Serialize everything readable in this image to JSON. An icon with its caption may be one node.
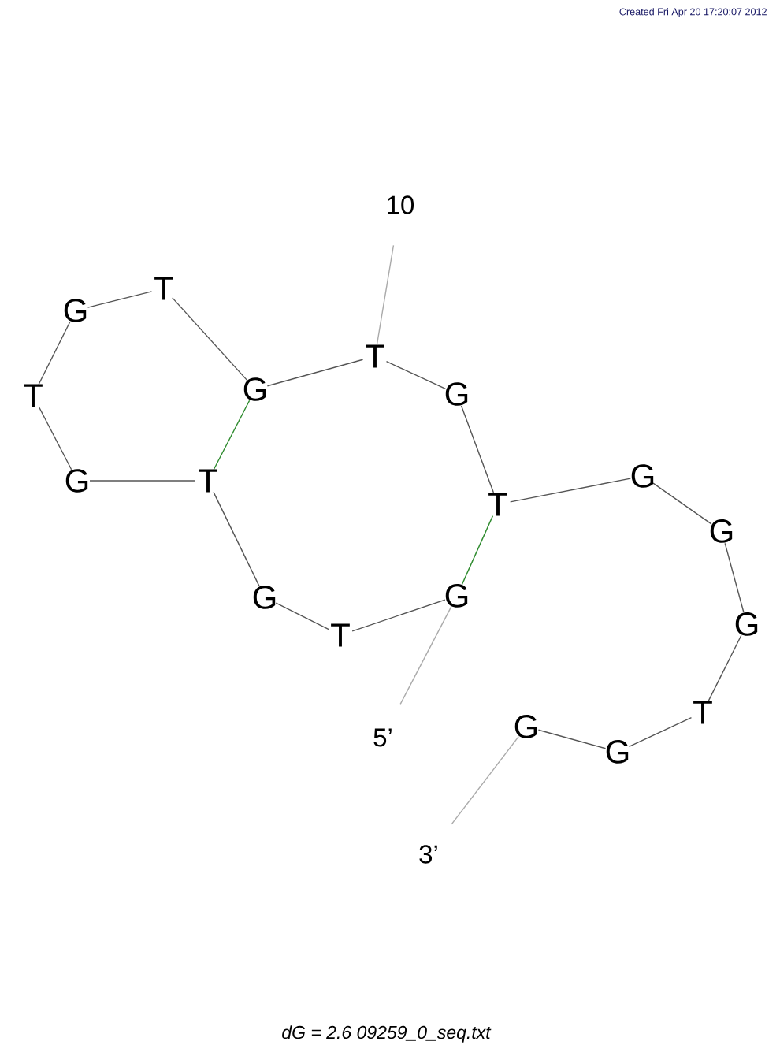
{
  "diagram": {
    "caption": "dG = 2.6 09259_0_seq.txt",
    "nodes": [
      {
        "text": [
          "G"
        ]
      },
      {
        "text": [
          "T"
        ]
      },
      {
        "text": [
          "G"
        ]
      },
      {
        "text": [
          "T"
        ]
      },
      {
        "text": [
          "G"
        ]
      },
      {
        "text": [
          "T"
        ]
      },
      {
        "text": [
          "G"
        ]
      },
      {
        "text": [
          "T"
        ]
      },
      {
        "text": [
          "G"
        ]
      },
      {
        "text": [
          "T"
        ]
      },
      {
        "text": [
          "G"
        ]
      },
      {
        "text": [
          "T"
        ]
      },
      {
        "text": [
          "G"
        ]
      },
      {
        "text": [
          "G"
        ]
      },
      {
        "text": [
          "G"
        ]
      },
      {
        "text": [
          "T"
        ]
      },
      {
        "text": [
          "G"
        ]
      },
      {
        "text": [
          "G"
        ]
      },
      {
        "text": [
          "5’"
        ]
      },
      {
        "text": [
          "10"
        ]
      },
      {
        "text": [
          "3’"
        ]
      }
    ],
    "edges": [
      {
        "from": 0,
        "to": 1,
        "arrow": "none"
      },
      {
        "from": 1,
        "to": 2,
        "arrow": "none"
      },
      {
        "from": 2,
        "to": 3,
        "arrow": "none"
      },
      {
        "from": 3,
        "to": 4,
        "arrow": "none"
      },
      {
        "from": 4,
        "to": 5,
        "arrow": "none"
      },
      {
        "from": 5,
        "to": 6,
        "arrow": "none"
      },
      {
        "from": 6,
        "to": 7,
        "arrow": "none"
      },
      {
        "from": 7,
        "to": 8,
        "arrow": "none"
      },
      {
        "from": 8,
        "to": 9,
        "arrow": "none"
      },
      {
        "from": 9,
        "to": 10,
        "arrow": "none"
      },
      {
        "from": 10,
        "to": 11,
        "arrow": "none"
      },
      {
        "from": 11,
        "to": 12,
        "arrow": "none"
      },
      {
        "from": 12,
        "to": 13,
        "arrow": "none"
      },
      {
        "from": 13,
        "to": 14,
        "arrow": "none"
      },
      {
        "from": 14,
        "to": 15,
        "arrow": "none"
      },
      {
        "from": 15,
        "to": 16,
        "arrow": "none"
      },
      {
        "from": 16,
        "to": 17,
        "arrow": "none"
      },
      {
        "from": 8,
        "to": 3,
        "arrow": "none",
        "color": "#2e8b2e"
      },
      {
        "from": 11,
        "to": 0,
        "arrow": "none",
        "color": "#2e8b2e"
      },
      {
        "from": 18,
        "to": 0,
        "arrow": "none",
        "color": "#aaaaaa"
      },
      {
        "from": 19,
        "to": 9,
        "arrow": "none",
        "color": "#aaaaaa"
      },
      {
        "from": 20,
        "to": 17,
        "arrow": "none",
        "color": "#aaaaaa"
      }
    ],
    "labels": [
      "Created Fri Apr 20 17:20:07 2012"
    ]
  }
}
